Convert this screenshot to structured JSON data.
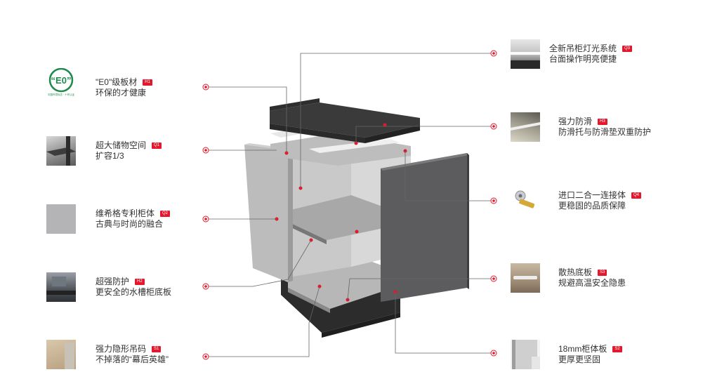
{
  "features_left": [
    {
      "id": "e0",
      "line1": "\"E0\"级板材",
      "line2": "环保的才健康",
      "badge": "H1"
    },
    {
      "id": "storage",
      "line1": "超大储物空间",
      "line2": "扩容1/3",
      "badge": "Q1"
    },
    {
      "id": "patent",
      "line1": "维希格专利柜体",
      "line2": "古典与时尚的融合",
      "badge": "Q2"
    },
    {
      "id": "protect",
      "line1": "超强防护",
      "line2": "更安全的水槽柜底板",
      "badge": "H2"
    },
    {
      "id": "hanger",
      "line1": "强力隐形吊码",
      "line2": "不掉落的“幕后英雄”",
      "badge": "S1"
    }
  ],
  "features_right": [
    {
      "id": "light",
      "line1": "全新吊柜灯光系统",
      "line2": "台面操作明亮便捷",
      "badge": "Q3"
    },
    {
      "id": "antislip",
      "line1": "强力防滑",
      "line2": "防滑托与防滑垫双重防护",
      "badge": "H3"
    },
    {
      "id": "connector",
      "line1": "进口二合一连接体",
      "line2": "更稳固的品质保障",
      "badge": "Q4"
    },
    {
      "id": "heat",
      "line1": "散热底板",
      "line2": "规避高温安全隐患",
      "badge": "S3"
    },
    {
      "id": "board",
      "line1": "18mm柜体板",
      "line2": "更厚更坚固",
      "badge": "S2"
    }
  ],
  "logo": {
    "text": "“E0”",
    "caption": "中国环境标志 · 十环认证"
  },
  "colors": {
    "accent": "#e3182d",
    "line": "#555555",
    "cabinet_side": "#bdbdbd",
    "door": "#5d5d5f",
    "countertop": "#3b3b3b"
  }
}
